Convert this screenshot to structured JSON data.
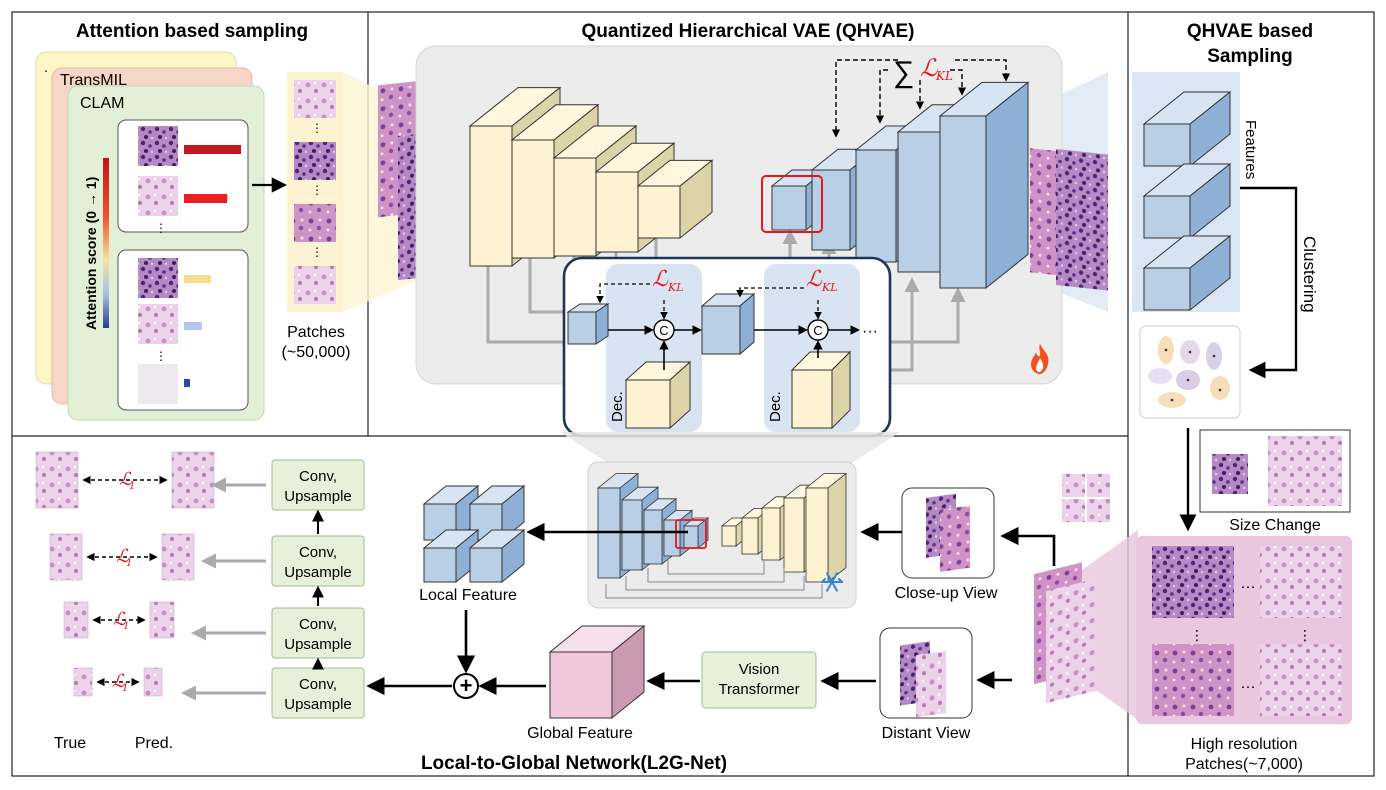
{
  "panels": {
    "attention": {
      "title": "Attention based sampling",
      "models": [
        "TransMIL",
        "CLAM"
      ],
      "ellipsis": ".",
      "attention_axis": "Attention score (0 → 1)",
      "patches_label_line1": "Patches",
      "patches_label_line2": "(~50,000)",
      "bar_scores": [
        0.95,
        0.72,
        0.45,
        0.3,
        0.1
      ]
    },
    "qhvae": {
      "title": "Quantized Hierarchical VAE (QHVAE)",
      "sum_symbol": "∑",
      "kl_loss": "ℒ",
      "kl_sub": "KL",
      "concat_symbol": "C",
      "decoder_label": "Dec.",
      "trailing_dots": "···",
      "trainable_icon": "fire-icon"
    },
    "qhvae_sampling": {
      "title_line1": "QHVAE based",
      "title_line2": "Sampling",
      "features_label": "Features",
      "clustering_label": "Clustering",
      "size_change_label": "Size Change",
      "high_res_line1": "High resolution",
      "high_res_line2": "Patches(~7,000)",
      "grid_dots": "…"
    },
    "l2g": {
      "title": "Local-to-Global Network(L2G-Net)",
      "conv_label_line1": "Conv,",
      "conv_label_line2": "Upsample",
      "l1_loss": "ℒ",
      "l1_sub": "1",
      "true_label": "True",
      "pred_label": "Pred.",
      "local_feature_label": "Local Feature",
      "global_feature_label": "Global Feature",
      "vit_line1": "Vision",
      "vit_line2": "Transformer",
      "closeup_label": "Close-up View",
      "distant_label": "Distant View",
      "plus_symbol": "+",
      "frozen_icon": "snowflake-icon"
    }
  },
  "colors": {
    "encoder_fill": "#fdf3d3",
    "decoder_fill": "#b8cfe6",
    "panel_gray": "#ececec",
    "dec_panel": "#d9e4f2",
    "loss_red": "#e8141c",
    "box_green": "#e6f0db",
    "global_pink": "#f2c6dc",
    "highres_bg": "#e9c7de"
  }
}
